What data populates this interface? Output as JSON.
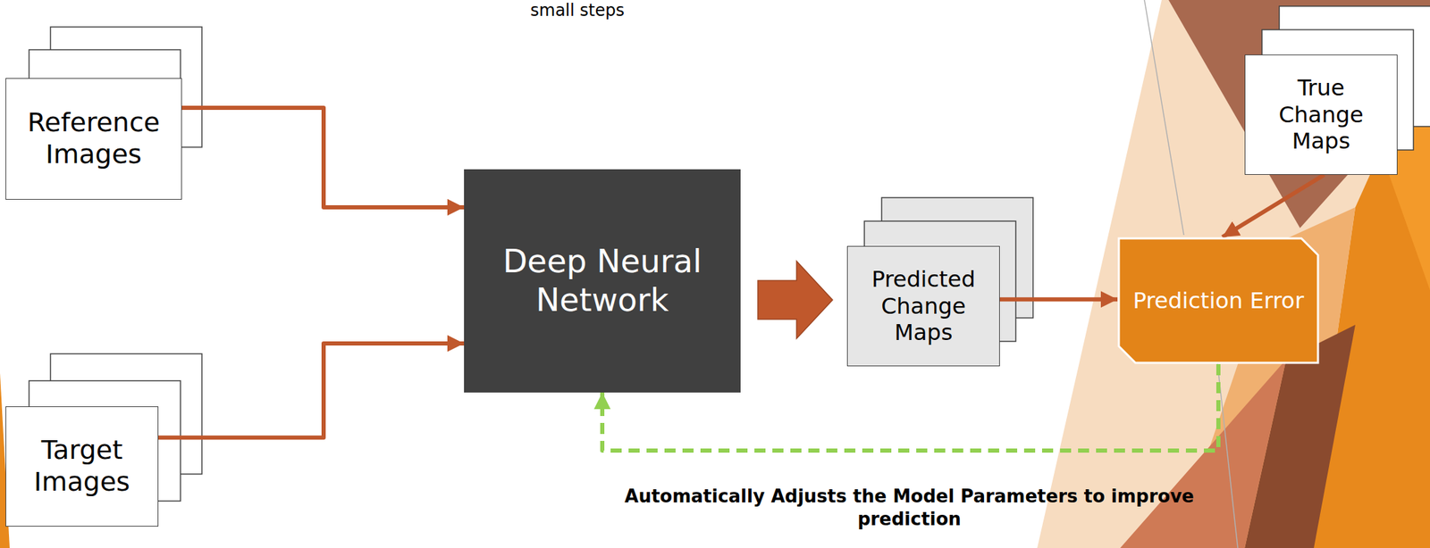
{
  "diagram": {
    "nodes": [
      {
        "text": [
          "Reference Images"
        ]
      },
      {
        "text": [
          "Target Images"
        ]
      },
      {
        "text": [
          "Deep Neural Network"
        ]
      },
      {
        "text": [
          "Predicted Change Maps"
        ]
      },
      {
        "text": [
          "True Change Maps"
        ]
      },
      {
        "text": [
          "Prediction Error"
        ]
      }
    ],
    "edges": [
      {
        "from": 0,
        "to": 2,
        "arrow": "to"
      },
      {
        "from": 1,
        "to": 2,
        "arrow": "to"
      },
      {
        "from": 2,
        "to": 3,
        "arrow": "to"
      },
      {
        "from": 3,
        "to": 5,
        "arrow": "to"
      },
      {
        "from": 4,
        "to": 5,
        "arrow": "to"
      },
      {
        "from": 5,
        "to": 2,
        "arrow": "to"
      }
    ],
    "labels": [
      "small steps",
      "Automatically Adjusts the Model Parameters to improve prediction"
    ]
  }
}
